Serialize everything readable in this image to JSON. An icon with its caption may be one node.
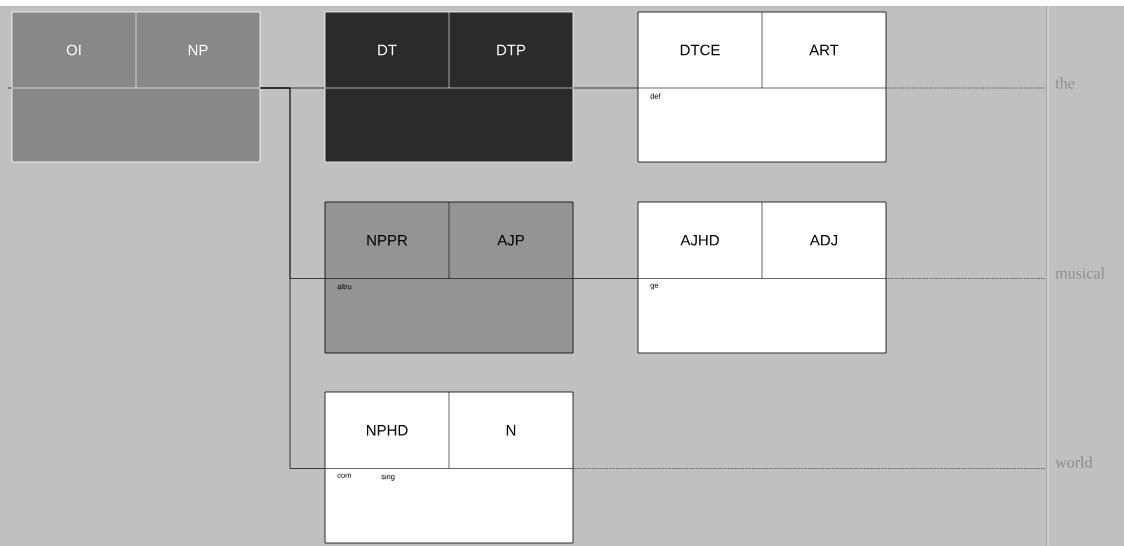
{
  "diagram": {
    "nodes": [
      {
        "text": [
          "OI",
          "NP"
        ]
      },
      {
        "text": [
          "DT",
          "DTP"
        ]
      },
      {
        "text": [
          "DTCE",
          "ART",
          "def"
        ]
      },
      {
        "text": [
          "the"
        ]
      },
      {
        "text": [
          "NPPR",
          "AJP",
          "altru"
        ]
      },
      {
        "text": [
          "AJHD",
          "ADJ",
          "ge"
        ]
      },
      {
        "text": [
          "musical"
        ]
      },
      {
        "text": [
          "NPHD",
          "N",
          "com",
          "sing"
        ]
      },
      {
        "text": [
          "world"
        ]
      }
    ],
    "edges": [
      {
        "from": null,
        "to": 0,
        "arrow": "none"
      },
      {
        "from": 0,
        "to": 1,
        "arrow": "none"
      },
      {
        "from": 0,
        "to": 4,
        "arrow": "none"
      },
      {
        "from": 0,
        "to": 7,
        "arrow": "none"
      },
      {
        "from": 1,
        "to": 2,
        "arrow": "none"
      },
      {
        "from": 4,
        "to": 5,
        "arrow": "none"
      },
      {
        "from": 2,
        "to": 3,
        "arrow": "none",
        "style": "dashed"
      },
      {
        "from": 5,
        "to": 6,
        "arrow": "none",
        "style": "dashed"
      },
      {
        "from": 7,
        "to": 8,
        "arrow": "none",
        "style": "dashed"
      }
    ]
  }
}
